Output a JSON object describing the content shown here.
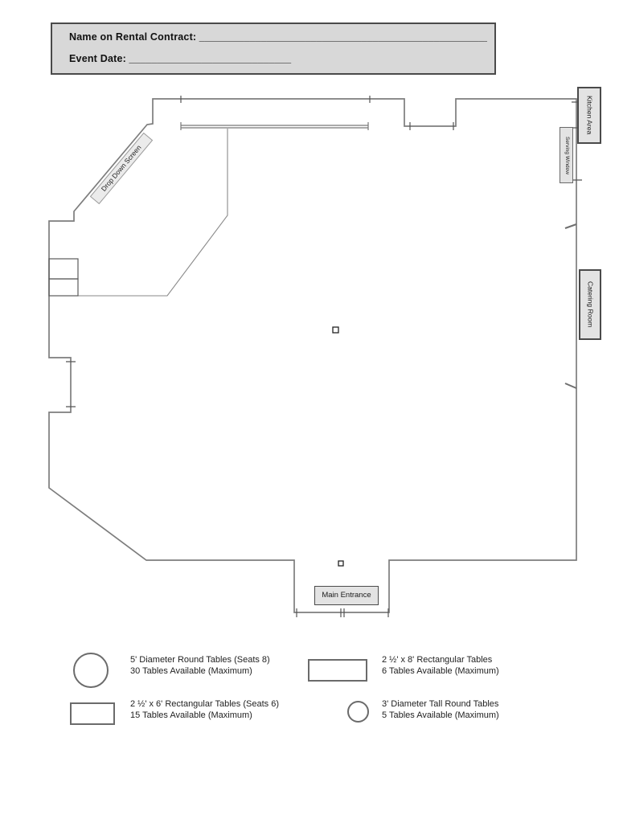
{
  "header": {
    "name_label": "Name on Rental Contract:",
    "name_blank": " ______________________________________________________",
    "date_label": "Event Date:",
    "date_blank": " _____________________________"
  },
  "floor_plan": {
    "labels": {
      "kitchen_area": "Kitchen Area",
      "serving_window": "Serving Window",
      "catering_room": "Catering Room",
      "main_entrance": "Main Entrance",
      "drop_down_screen": "Drop Down Screen"
    },
    "features": [
      "drop-down-screen-diagonal-wall",
      "divider-track",
      "entrance-vestibule-double-doors",
      "left-wall-recessed-door",
      "right-wall-door-swings",
      "support-columns"
    ]
  },
  "legend": {
    "items": [
      {
        "shape": "large-circle",
        "line1": "5' Diameter Round Tables (Seats 8)",
        "line2": "30 Tables Available (Maximum)"
      },
      {
        "shape": "wide-rectangle",
        "line1": "2 ½' x 8' Rectangular Tables",
        "line2": "6 Tables Available (Maximum)"
      },
      {
        "shape": "rectangle",
        "line1": "2 ½' x 6' Rectangular Tables (Seats 6)",
        "line2": "15 Tables Available (Maximum)"
      },
      {
        "shape": "small-circle",
        "line1": "3' Diameter Tall Round Tables",
        "line2": "5 Tables Available (Maximum)"
      }
    ]
  },
  "colors": {
    "header_bg": "#d8d8d8",
    "label_bg": "#e3e3e3",
    "wall": "#7d7d7d",
    "box_border": "#4a4a4a",
    "legend_stroke": "#6b6b6b"
  }
}
